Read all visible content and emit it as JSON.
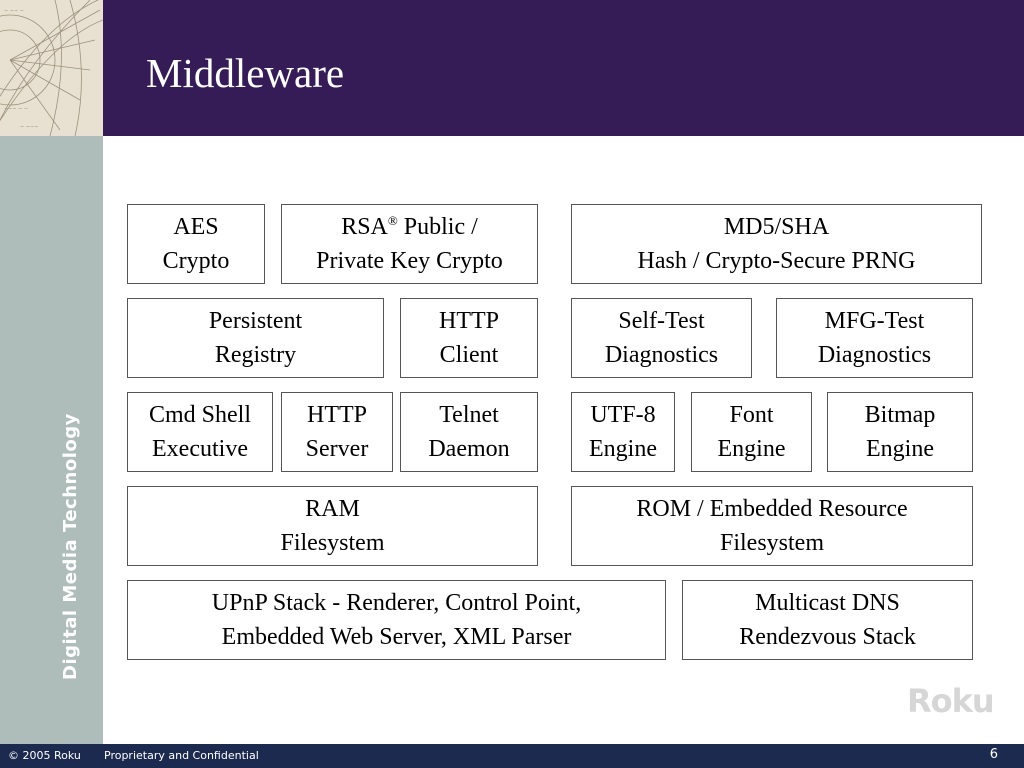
{
  "slide": {
    "title": "Middleware",
    "sidebar_label": "Digital Media Technology",
    "logo": "Roku",
    "footer": {
      "copyright": "© 2005 Roku",
      "confidential": "Proprietary and Confidential",
      "page_number": "6"
    }
  },
  "boxes": {
    "aes": [
      "AES",
      "Crypto"
    ],
    "rsa": {
      "l1_a": "RSA",
      "l1_sup": "®",
      "l1_b": " Public /",
      "l2": "Private Key Crypto"
    },
    "md5": [
      "MD5/SHA",
      "Hash / Crypto-Secure PRNG"
    ],
    "registry": [
      "Persistent",
      "Registry"
    ],
    "http_client": [
      "HTTP",
      "Client"
    ],
    "self_test": [
      "Self-Test",
      "Diagnostics"
    ],
    "mfg_test": [
      "MFG-Test",
      "Diagnostics"
    ],
    "cmd_shell": [
      "Cmd Shell",
      "Executive"
    ],
    "http_server": [
      "HTTP",
      "Server"
    ],
    "telnet": [
      "Telnet",
      "Daemon"
    ],
    "utf8": [
      "UTF-8",
      "Engine"
    ],
    "font": [
      "Font",
      "Engine"
    ],
    "bitmap": [
      "Bitmap",
      "Engine"
    ],
    "ram_fs": [
      "RAM",
      "Filesystem"
    ],
    "rom_fs": [
      "ROM / Embedded Resource",
      "Filesystem"
    ],
    "upnp": [
      "UPnP Stack - Renderer, Control Point,",
      "Embedded Web Server, XML Parser"
    ],
    "mdns": [
      "Multicast DNS",
      "Rendezvous Stack"
    ]
  }
}
